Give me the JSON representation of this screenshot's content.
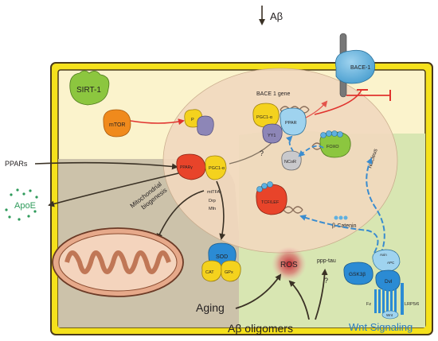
{
  "top_input": {
    "label": "Aβ"
  },
  "membrane": {
    "bace1": "BACE-1"
  },
  "cytoplasm": {
    "sirt1": "SIRT-1",
    "mtor": "mTOR",
    "pparg": "PPARγ",
    "pgc1a_cyto": "PGC1-α",
    "sod": "SOD",
    "cat": "CAT",
    "gpx": "GPx",
    "mito_list": [
      "mtTFA",
      "Drp",
      "Mfn"
    ],
    "mito_biogenesis": [
      "Mitochondrial",
      "biogenesis"
    ]
  },
  "nucleus": {
    "label": "Nucleus",
    "gene": "BACE 1 gene",
    "pgc1a": "PGC1-α",
    "yy1": "YY1",
    "ppar": "PPAR",
    "ncor": "NCoR",
    "foxo": "FOXO",
    "tcf": "TCF/LEF",
    "unknown": "?"
  },
  "wnt": {
    "beta_catenin": "β-Catenin",
    "gsk": "GSK3β",
    "axin": "Axin",
    "apc": "APC",
    "dvl": "Dvl",
    "fz": "Fz",
    "lrp": "LRP5/6",
    "wnt": "Wnt",
    "title": "Wnt Signaling",
    "ros": "ROS",
    "ppp_tau": "ppp-tau",
    "unknown": "?"
  },
  "outside": {
    "ppars": "PPARs",
    "apoe": "ApoE",
    "aging": "Aging",
    "ab_oligomers": "Aβ oligomers"
  },
  "colors": {
    "membrane": "#f5e11c",
    "cell_outline": "#4a3a1a",
    "nucleus": "#f2d9bf",
    "mito_region": "#c9bfa8",
    "wnt_region": "#d8e6b2",
    "inhibit": "#e0332e",
    "wnt_arrow": "#3a8ccf",
    "wnt_text": "#2a7cc2",
    "apoe": "#2e9a5a"
  }
}
